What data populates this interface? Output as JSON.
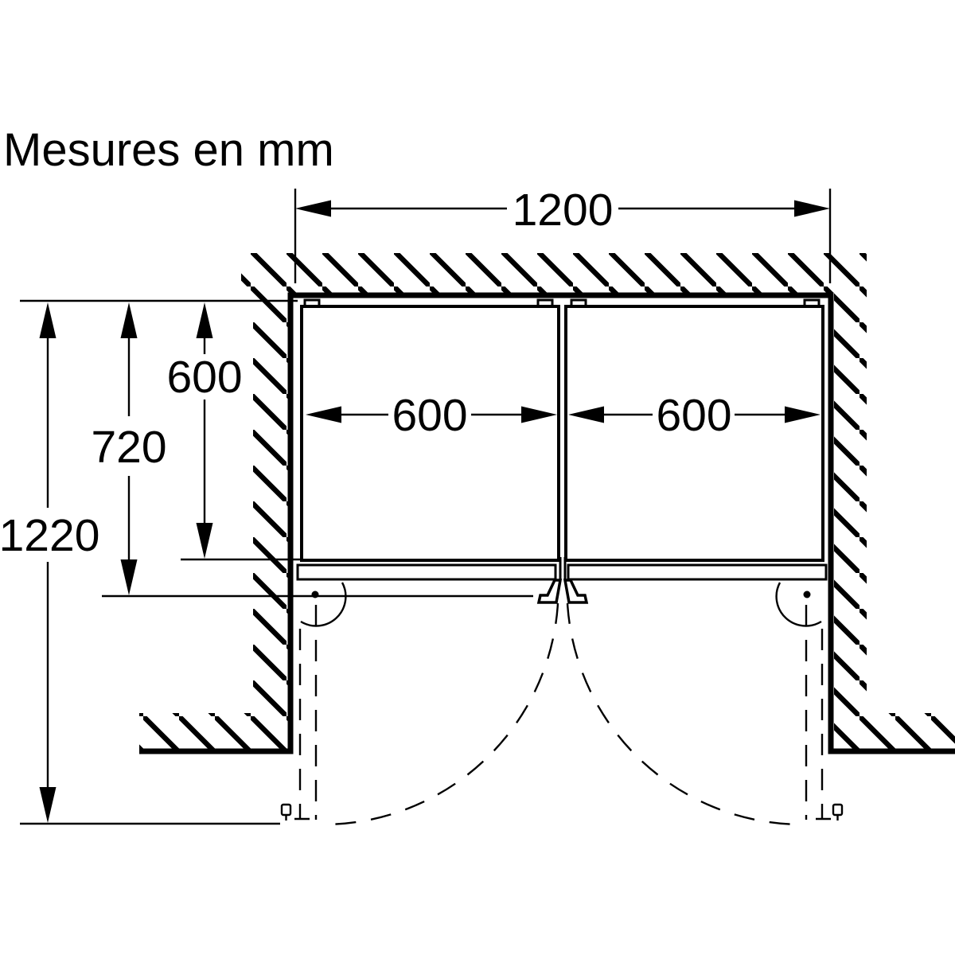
{
  "title": "Mesures en mm",
  "dimensions": {
    "niche_width": "1200",
    "appliance_depth": "600",
    "depth_with_door": "720",
    "depth_door_open": "1220",
    "left_unit_width": "600",
    "right_unit_width": "600"
  },
  "colors": {
    "line": "#000000",
    "background": "#ffffff"
  }
}
